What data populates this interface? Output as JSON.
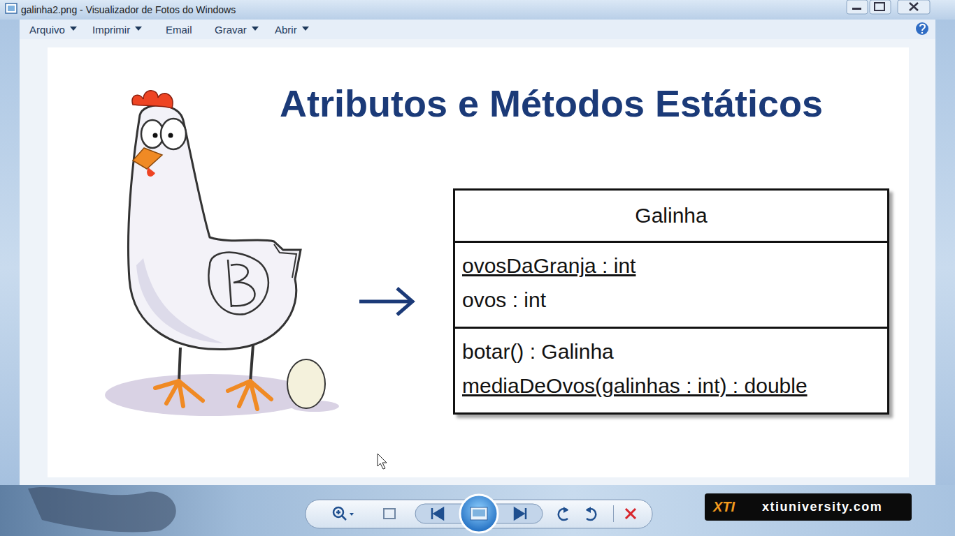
{
  "diagram": {
    "title": "Atributos e Métodos Estáticos",
    "nodes": [
      {
        "text": [
          "Galinha"
        ]
      },
      {
        "text": [
          "ovosDaGranja : int",
          "ovos : int"
        ],
        "in": 0
      },
      {
        "text": [
          "botar() : Galinha",
          "mediaDeOvos(galinhas : int) : double"
        ],
        "in": 0
      }
    ],
    "labels": [
      "galinha2.png - Visualizador de Fotos do Windows",
      "Arquivo",
      "Imprimir",
      "Email",
      "Gravar",
      "Abrir",
      "XTI",
      "xtiuniversity.com"
    ]
  }
}
